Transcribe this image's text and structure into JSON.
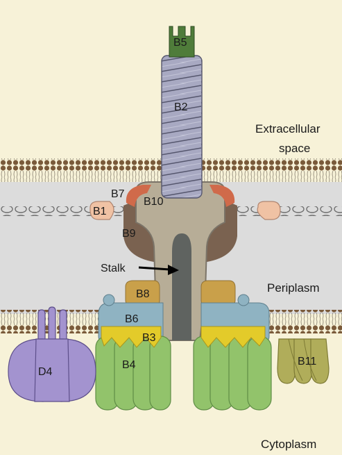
{
  "regions": {
    "extracellular_line1": "Extracellular",
    "extracellular_line2": "space",
    "periplasm": "Periplasm",
    "cytoplasm": "Cytoplasm"
  },
  "components": {
    "b1": "B1",
    "b2": "B2",
    "b3": "B3",
    "b4": "B4",
    "b5": "B5",
    "b6": "B6",
    "b7": "B7",
    "b8": "B8",
    "b9": "B9",
    "b10": "B10",
    "b11": "B11",
    "d4": "D4",
    "stalk": "Stalk"
  },
  "colors": {
    "background": "#f7f2d8",
    "periplasm": "#dcdcdc",
    "membrane_head": "#7a5a3a",
    "pilus": "#a8a9c2",
    "tip": "#4f7c3a",
    "b4": "#92c36b",
    "b3": "#e3cb2a",
    "b6": "#8fb3c2",
    "b8": "#c9a04a",
    "b9": "#7a6250",
    "b10": "#b7ad97",
    "b7": "#d06a4a",
    "b1": "#f0c2a4",
    "stalk": "#5f6360",
    "d4": "#a393cf",
    "b11": "#b0ad5a"
  }
}
